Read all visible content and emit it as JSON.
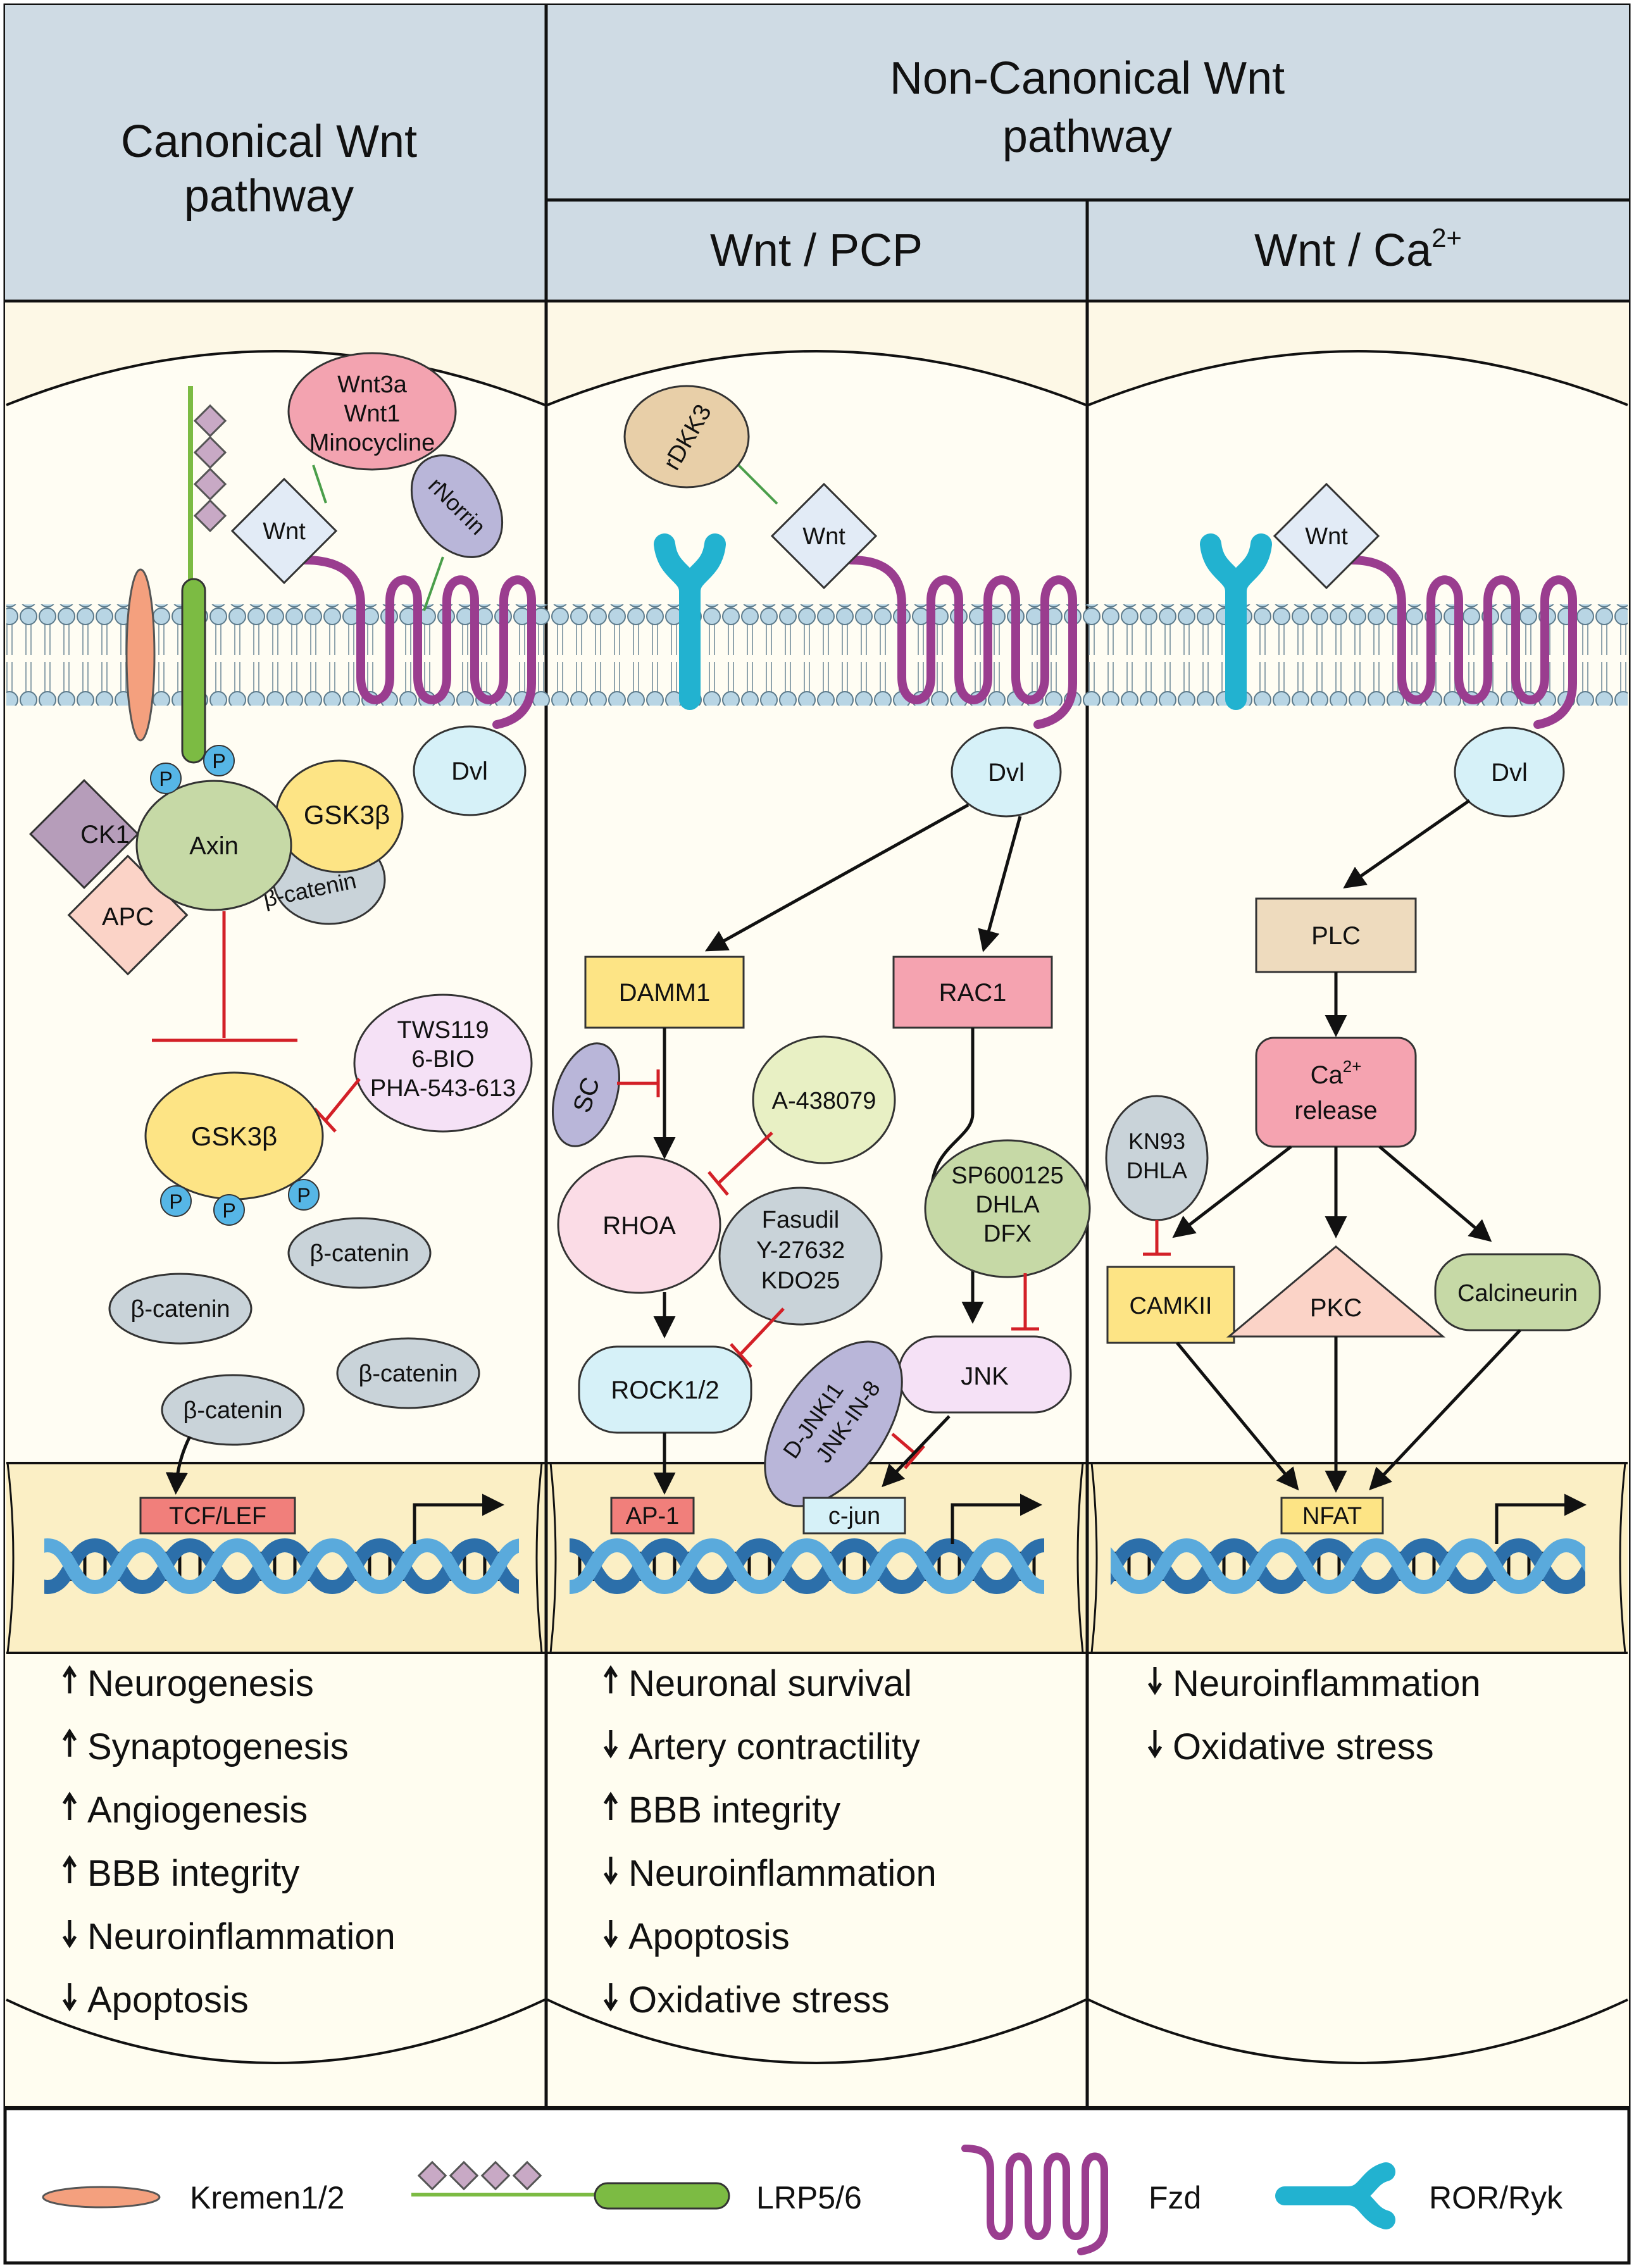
{
  "headers": {
    "canonical": [
      "Canonical Wnt",
      "pathway"
    ],
    "noncanonical": [
      "Non-Canonical Wnt",
      "pathway"
    ],
    "pcp": "Wnt / PCP",
    "ca_prefix": "Wnt / Ca",
    "ca_sup": "2+"
  },
  "canonical": {
    "ligand_lines": [
      "Wnt3a",
      "Wnt1",
      "Minocycline"
    ],
    "rnorrin": "rNorrin",
    "wnt": "Wnt",
    "dvl": "Dvl",
    "p": "P",
    "ck1": "CK1",
    "axin": "Axin",
    "apc": "APC",
    "gsk3b_complex": "GSK3β",
    "bcat_complex": "β-catenin",
    "inhibitor_lines": [
      "TWS119",
      "6-BIO",
      "PHA-543-613"
    ],
    "gsk3b": "GSK3β",
    "bcat": "β-catenin",
    "tf": "TCF/LEF",
    "effects": [
      {
        "dir": "up",
        "text": "Neurogenesis"
      },
      {
        "dir": "up",
        "text": "Synaptogenesis"
      },
      {
        "dir": "up",
        "text": "Angiogenesis"
      },
      {
        "dir": "up",
        "text": "BBB integrity"
      },
      {
        "dir": "down",
        "text": "Neuroinflammation"
      },
      {
        "dir": "down",
        "text": "Apoptosis"
      }
    ]
  },
  "pcp": {
    "rdkk3": "rDKK3",
    "wnt": "Wnt",
    "dvl": "Dvl",
    "damm1": "DAMM1",
    "rac1": "RAC1",
    "sc": "SC",
    "a438079": "A-438079",
    "rhoa": "RHOA",
    "fasudil_lines": [
      "Fasudil",
      "Y-27632",
      "KDO25"
    ],
    "sp_lines": [
      "SP600125",
      "DHLA",
      "DFX"
    ],
    "rock": "ROCK1/2",
    "jnk": "JNK",
    "djnk_lines": [
      "D-JNKI1",
      "JNK-IN-8"
    ],
    "ap1": "AP-1",
    "cjun": "c-jun",
    "effects": [
      {
        "dir": "up",
        "text": "Neuronal survival"
      },
      {
        "dir": "down",
        "text": "Artery contractility"
      },
      {
        "dir": "up",
        "text": "BBB integrity"
      },
      {
        "dir": "down",
        "text": "Neuroinflammation"
      },
      {
        "dir": "down",
        "text": "Apoptosis"
      },
      {
        "dir": "down",
        "text": "Oxidative stress"
      }
    ]
  },
  "ca": {
    "wnt": "Wnt",
    "dvl": "Dvl",
    "plc": "PLC",
    "ca_release_prefix": "Ca",
    "ca_release_sup": "2+",
    "ca_release_text": "release",
    "kn93_lines": [
      "KN93",
      "DHLA"
    ],
    "camkii": "CAMKII",
    "pkc": "PKC",
    "calcineurin": "Calcineurin",
    "nfat": "NFAT",
    "effects": [
      {
        "dir": "down",
        "text": "Neuroinflammation"
      },
      {
        "dir": "down",
        "text": "Oxidative stress"
      }
    ]
  },
  "legend": {
    "kremen": "Kremen1/2",
    "lrp": "LRP5/6",
    "fzd": "Fzd",
    "ror": "ROR/Ryk"
  },
  "colors": {
    "header_bg": "#cfdbe4",
    "cell_bg": "#fdf8e6",
    "nucleus_bg": "#fbefc5",
    "fzd": "#9a3d8f",
    "ror": "#22b2d0",
    "lrp": "#7cbb43",
    "inhibit": "#d32027",
    "dna": "#2c6faa"
  }
}
